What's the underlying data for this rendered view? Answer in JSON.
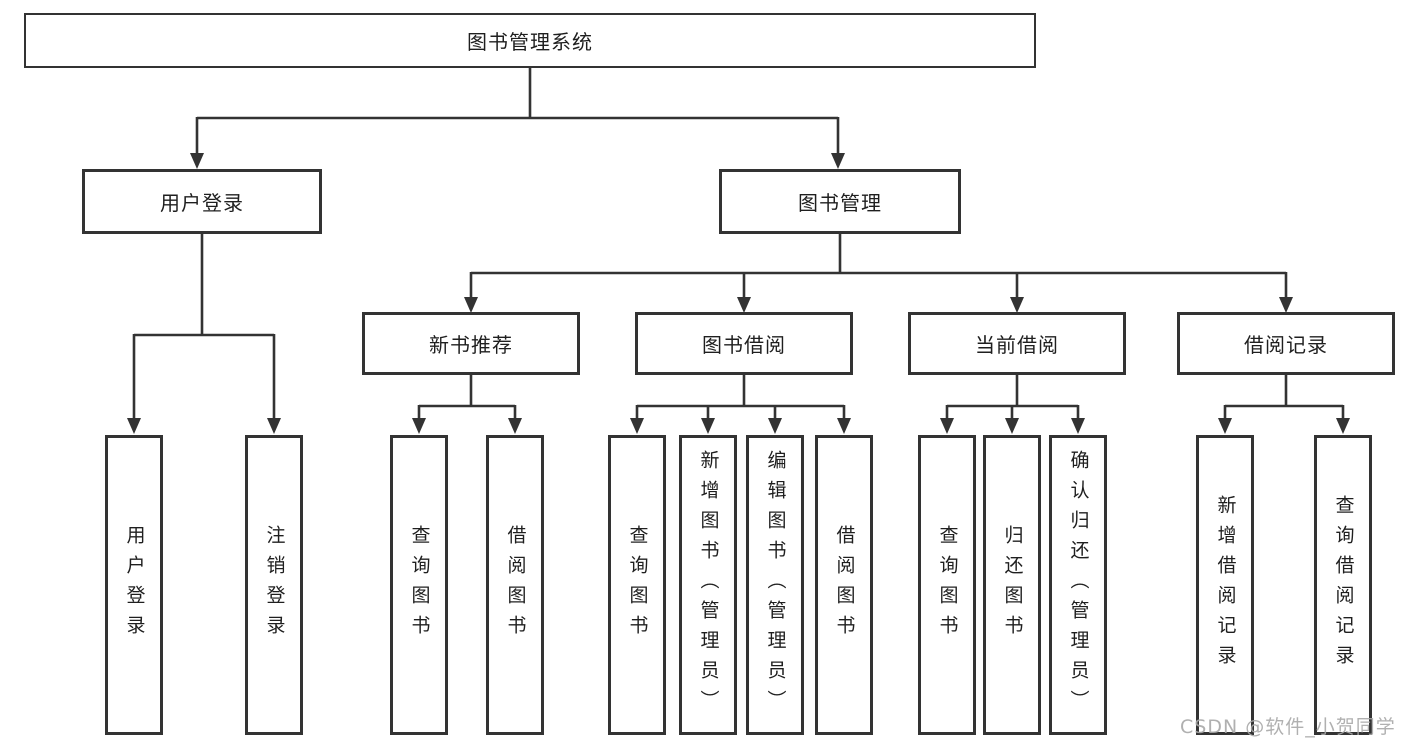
{
  "tree": {
    "root": "图书管理系统",
    "level1": [
      {
        "label": "用户登录"
      },
      {
        "label": "图书管理"
      }
    ],
    "level2": [
      {
        "label": "新书推荐"
      },
      {
        "label": "图书借阅"
      },
      {
        "label": "当前借阅"
      },
      {
        "label": "借阅记录"
      }
    ],
    "leaves": {
      "user_login": [
        "用户登录",
        "注销登录"
      ],
      "new_book": [
        "查询图书",
        "借阅图书"
      ],
      "book_borrow": [
        "查询图书",
        "新增图书（管理员）",
        "编辑图书（管理员）",
        "借阅图书"
      ],
      "current_borrow": [
        "查询图书",
        "归还图书",
        "确认归还（管理员）"
      ],
      "borrow_records": [
        "新增借阅记录",
        "查询借阅记录"
      ]
    }
  },
  "watermark": "CSDN @软件_小贺同学",
  "colors": {
    "line": "#333333",
    "text": "#1f1f1f",
    "box_background": "#ffffff",
    "watermark": "#a8a8a8"
  }
}
